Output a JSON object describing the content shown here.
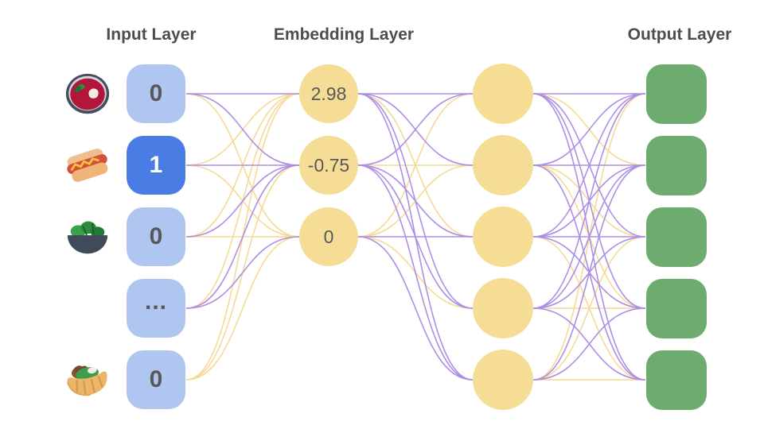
{
  "input_layer": {
    "title": "Input Layer",
    "nodes": [
      {
        "value": "0",
        "icon": "soup-icon",
        "active": false
      },
      {
        "value": "1",
        "icon": "hot-dog-icon",
        "active": true
      },
      {
        "value": "0",
        "icon": "salad-icon",
        "active": false
      },
      {
        "value": "...",
        "icon": null,
        "active": false
      },
      {
        "value": "0",
        "icon": "pita-icon",
        "active": false
      }
    ]
  },
  "embedding_layer": {
    "title": "Embedding Layer",
    "nodes": [
      {
        "value": "2.98"
      },
      {
        "value": "-0.75"
      },
      {
        "value": "0"
      }
    ]
  },
  "hidden_layer": {
    "node_count": 5
  },
  "output_layer": {
    "title": "Output Layer",
    "node_count": 5
  },
  "colors": {
    "background": "#ffffff",
    "input_node_fill": "#aec6f0",
    "input_node_active_fill": "#4a7de4",
    "embedding_node_fill": "#f6dd96",
    "hidden_node_fill": "#f6dd96",
    "output_node_fill": "#6dac6e",
    "edge_purple": "#ad8ee6",
    "edge_yellow": "#f7d996",
    "value_text": "#58585a",
    "active_value_text": "#ffffff",
    "title_text": "#4d4d4f"
  },
  "edges": {
    "input_to_embedding": [
      [
        "P",
        "P",
        "Y"
      ],
      [
        "Y",
        "P",
        "Y"
      ],
      [
        "Y",
        "P",
        "Y"
      ],
      [
        "Y",
        "P",
        "P"
      ],
      [
        "Y",
        "Y",
        "Y"
      ]
    ],
    "embedding_to_hidden": [
      [
        "P",
        "P",
        "Y",
        "P",
        "P"
      ],
      [
        "P",
        "Y",
        "P",
        "P",
        "P"
      ],
      [
        "Y",
        "Y",
        "P",
        "Y",
        "P"
      ]
    ],
    "hidden_to_output": [
      [
        "P",
        "Y",
        "P",
        "P",
        "P"
      ],
      [
        "P",
        "P",
        "Y",
        "Y",
        "P"
      ],
      [
        "P",
        "P",
        "P",
        "P",
        "Y"
      ],
      [
        "P",
        "P",
        "P",
        "Y",
        "P"
      ],
      [
        "Y",
        "P",
        "Y",
        "P",
        "Y"
      ]
    ]
  }
}
